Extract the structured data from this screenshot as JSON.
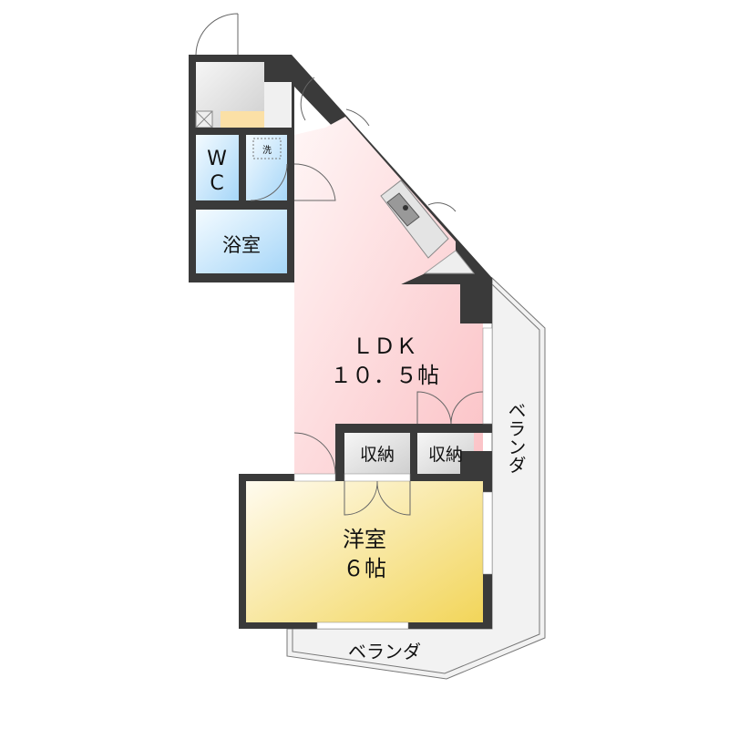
{
  "rooms": {
    "wc": {
      "line1": "W",
      "line2": "C"
    },
    "washer": "洗",
    "bath": "浴室",
    "ldk": {
      "name": "ＬＤＫ",
      "size": "１０．５帖"
    },
    "storage1": "収納",
    "storage2": "収納",
    "western": {
      "name": "洋室",
      "size": "６帖"
    },
    "veranda_right": "ベランダ",
    "veranda_bottom": "ベランダ"
  },
  "colors": {
    "wall": "#3a3a3a",
    "ldk": "#fbc9cc",
    "western": "#f3d868",
    "wet": "#a9d8f7",
    "storage": "#dcdcdc"
  }
}
